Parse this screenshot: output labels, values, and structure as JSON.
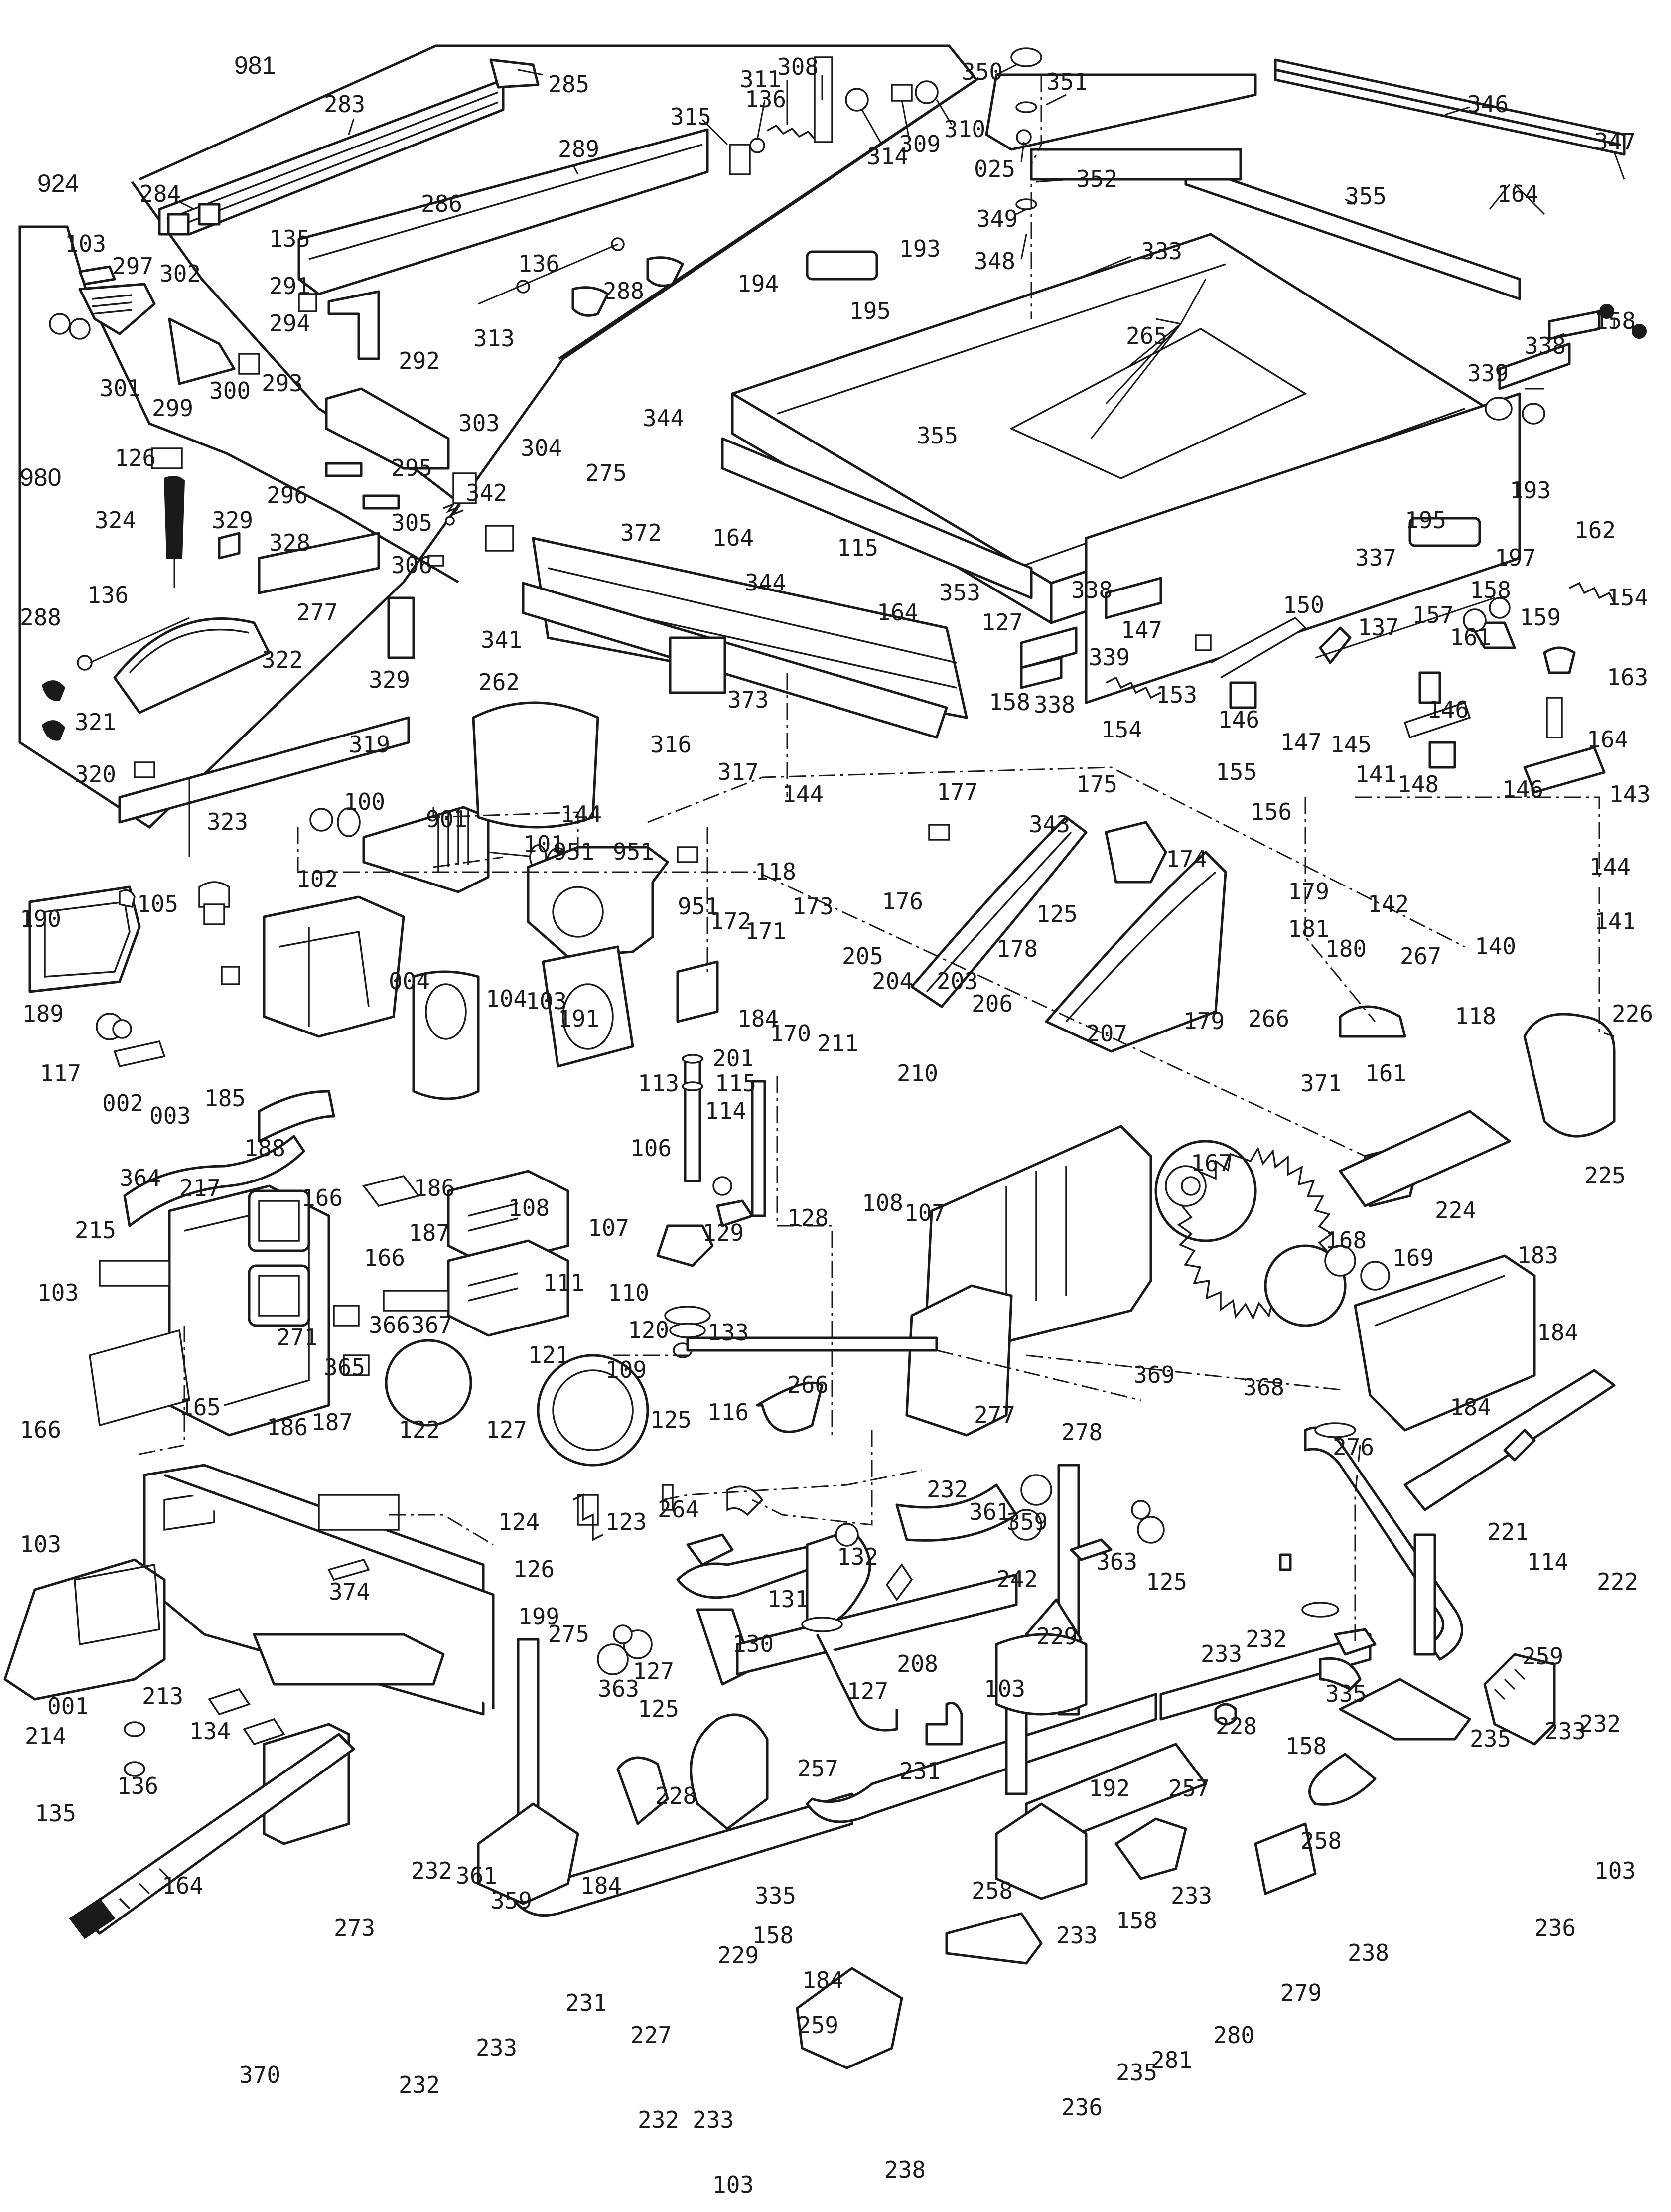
{
  "title": "Table saw exploded parts diagram",
  "group_labels": [
    {
      "id": "g981",
      "text": "981"
    },
    {
      "id": "g924",
      "text": "924"
    },
    {
      "id": "g980",
      "text": "980"
    }
  ],
  "callouts": {
    "c285": "285",
    "c283": "283",
    "c284": "284",
    "c289": "289",
    "c315": "315",
    "c136a": "136",
    "c311": "311",
    "c308": "308",
    "c314": "314",
    "c309": "309",
    "c310": "310",
    "c350": "350",
    "c351": "351",
    "c025": "025",
    "c352": "352",
    "c349": "349",
    "c348": "348",
    "c346": "346",
    "c347": "347",
    "c164a": "164",
    "c355a": "355",
    "c333": "333",
    "c158a": "158",
    "c338a": "338",
    "c339a": "339",
    "c103a": "103",
    "c297": "297",
    "c302": "302",
    "c301": "301",
    "c299": "299",
    "c300": "300",
    "c135a": "135",
    "c286": "286",
    "c291": "291",
    "c136b": "136",
    "c288a": "288",
    "c294": "294",
    "c293": "293",
    "c292": "292",
    "c296": "296",
    "c313": "313",
    "c194": "194",
    "c193a": "193",
    "c195a": "195",
    "c265": "265",
    "c303": "303",
    "c304": "304",
    "c295": "295",
    "c342": "342",
    "c305": "305",
    "c306": "306",
    "c344a": "344",
    "c275a": "275",
    "c372": "372",
    "c355b": "355",
    "c164b": "164",
    "c115a": "115",
    "c344b": "344",
    "c353": "353",
    "c164c": "164",
    "c127a": "127",
    "c338b": "338",
    "c193b": "193",
    "c195b": "195",
    "c197": "197",
    "c162": "162",
    "c154a": "154",
    "c337": "337",
    "c126a": "126",
    "c324": "324",
    "c329a": "329",
    "c328": "328",
    "c136c": "136",
    "c288b": "288",
    "c277a": "277",
    "c322": "322",
    "c329b": "329",
    "c321": "321",
    "c320": "320",
    "c319": "319",
    "c323": "323",
    "c341": "341",
    "c373": "373",
    "c158b": "158",
    "c147a": "147",
    "c150": "150",
    "c137": "137",
    "c157": "157",
    "c158c": "158",
    "c161a": "161",
    "c159": "159",
    "c163": "163",
    "c339b": "339",
    "c338c": "338",
    "c153": "153",
    "c154b": "154",
    "c146a": "146",
    "c147b": "147",
    "c145": "145",
    "c146b": "146",
    "c141a": "141",
    "c148": "148",
    "c146c": "146",
    "c164d": "164",
    "c262": "262",
    "c316": "316",
    "c317": "317",
    "c144a": "144",
    "c144b": "144",
    "c343": "343",
    "c175": "175",
    "c155": "155",
    "c156": "156",
    "c143": "143",
    "c144c": "144",
    "c177": "177",
    "c174": "174",
    "c142": "142",
    "c100": "100",
    "c901": "901",
    "c102": "102",
    "c101": "101",
    "c951a": "951",
    "c951b": "951",
    "c118a": "118",
    "c951c": "951",
    "c172": "172",
    "c171": "171",
    "c173": "173",
    "c176": "176",
    "c125a": "125",
    "c179a": "179",
    "c181": "181",
    "c180": "180",
    "c267": "267",
    "c118b": "118",
    "c140": "140",
    "c141b": "141",
    "c226": "226",
    "c190": "190",
    "c105": "105",
    "c189": "189",
    "c117": "117",
    "c002": "002",
    "c003": "003",
    "c185": "185",
    "c004": "004",
    "c104": "104",
    "c103b": "103",
    "c191": "191",
    "c188": "188",
    "c178": "178",
    "c179b": "179",
    "c205": "205",
    "c204": "204",
    "c203": "203",
    "c206": "206",
    "c184a": "184",
    "c170": "170",
    "c201": "201",
    "c211": "211",
    "c210": "210",
    "c266a": "266",
    "c161b": "161",
    "c207": "207",
    "c371": "371",
    "c225": "225",
    "c113": "113",
    "c115b": "115",
    "c114a": "114",
    "c106": "106",
    "c364": "364",
    "c186a": "186",
    "c166a": "166",
    "c187a": "187",
    "c217": "217",
    "c215": "215",
    "c166b": "166",
    "c103c": "103",
    "c108a": "108",
    "c107a": "107",
    "c129": "129",
    "c128": "128",
    "c111": "111",
    "c110": "110",
    "c120": "120",
    "c133": "133",
    "c271": "271",
    "c366": "366",
    "c367": "367",
    "c365": "365",
    "c109": "109",
    "c108b": "108",
    "c107b": "107",
    "c167": "167",
    "c224": "224",
    "c168": "168",
    "c169": "169",
    "c183": "183",
    "c184b": "184",
    "c184c": "184",
    "c166c": "166",
    "c165": "165",
    "c186b": "186",
    "c187b": "187",
    "c121": "121",
    "c116": "116",
    "c277b": "277",
    "c278": "278",
    "c369": "369",
    "c368": "368",
    "c276": "276",
    "c122": "122",
    "c127b": "127",
    "c125b": "125",
    "c266b": "266",
    "c232a": "232",
    "c361a": "361",
    "c359a": "359",
    "c264": "264",
    "c124": "124",
    "c123": "123",
    "c126b": "126",
    "c132": "132",
    "c363a": "363",
    "c125c": "125",
    "c221": "221",
    "c114b": "114",
    "c222": "222",
    "c103d": "103",
    "c374": "374",
    "c131": "131",
    "c242": "242",
    "c199": "199",
    "c275b": "275",
    "c130": "130",
    "c127c": "127",
    "c208": "208",
    "c127d": "127",
    "c229a": "229",
    "c103e": "103",
    "c233a": "233",
    "c232b": "232",
    "c228a": "228",
    "c335a": "335",
    "c158d": "158",
    "c259a": "259",
    "c001": "001",
    "c213": "213",
    "c214": "214",
    "c134": "134",
    "c363b": "363",
    "c125d": "125",
    "c231a": "231",
    "c257a": "257",
    "c235a": "235",
    "c233b": "233",
    "c232c": "232",
    "c136d": "136",
    "c135b": "135",
    "c192": "192",
    "c257b": "257",
    "c258a": "258",
    "c103f": "103",
    "c164e": "164",
    "c273": "273",
    "c232d": "232",
    "c361b": "361",
    "c359b": "359",
    "c184d": "184",
    "c228b": "228",
    "c335b": "335",
    "c158e": "158",
    "c229b": "229",
    "c184e": "184",
    "c258b": "258",
    "c233c": "233",
    "c158f": "158",
    "c233d": "233",
    "c236a": "236",
    "c238a": "238",
    "c279": "279",
    "c231b": "231",
    "c259b": "259",
    "c233e": "233",
    "c227": "227",
    "c280": "280",
    "c281": "281",
    "c235b": "235",
    "c370": "370",
    "c232e": "232",
    "c236b": "236",
    "c232f": "232",
    "c233f": "233",
    "c238b": "238",
    "c103g": "103"
  }
}
